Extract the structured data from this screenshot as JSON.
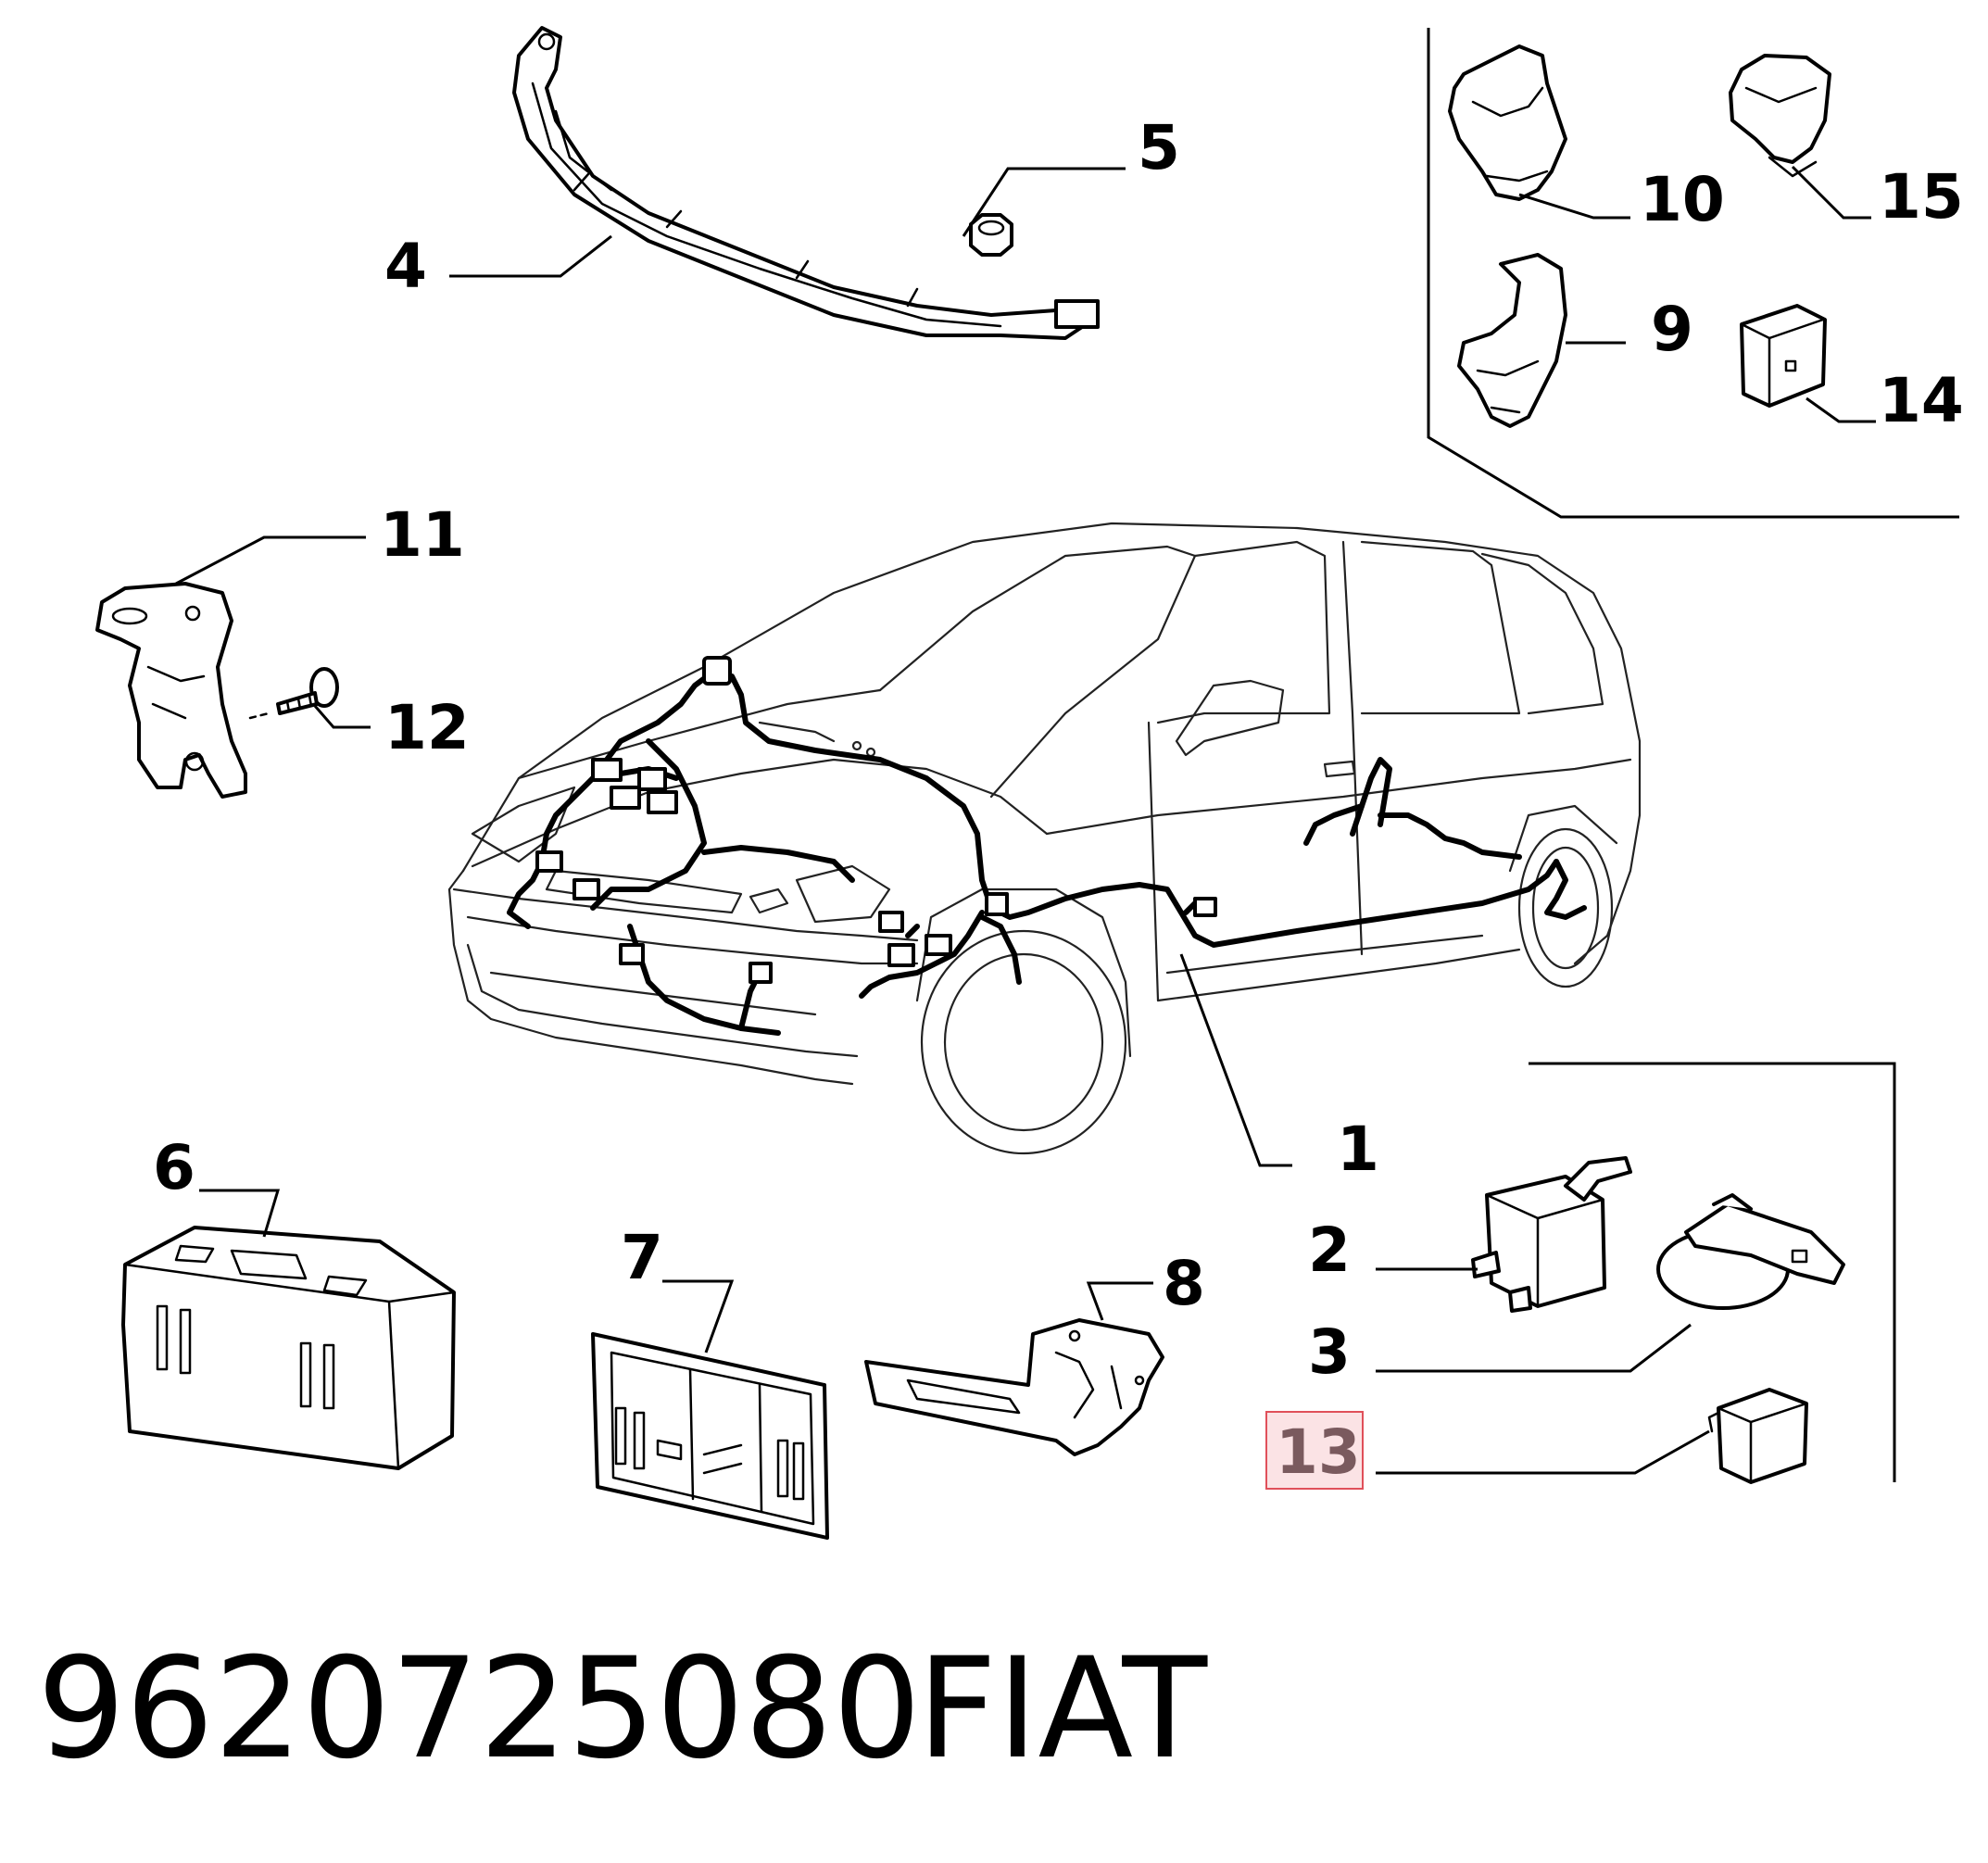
{
  "callouts": {
    "c1": "1",
    "c2": "2",
    "c3": "3",
    "c4": "4",
    "c5": "5",
    "c6": "6",
    "c7": "7",
    "c8": "8",
    "c9": "9",
    "c10": "10",
    "c11": "11",
    "c12": "12",
    "c13": "13",
    "c14": "14",
    "c15": "15"
  },
  "highlight": {
    "label": "13",
    "border_color": "#e0505a",
    "fill_color": "#fbe3e5",
    "text_color": "#7a5a5e"
  },
  "footer": {
    "part_number": "9620725080",
    "brand": "FIAT"
  }
}
